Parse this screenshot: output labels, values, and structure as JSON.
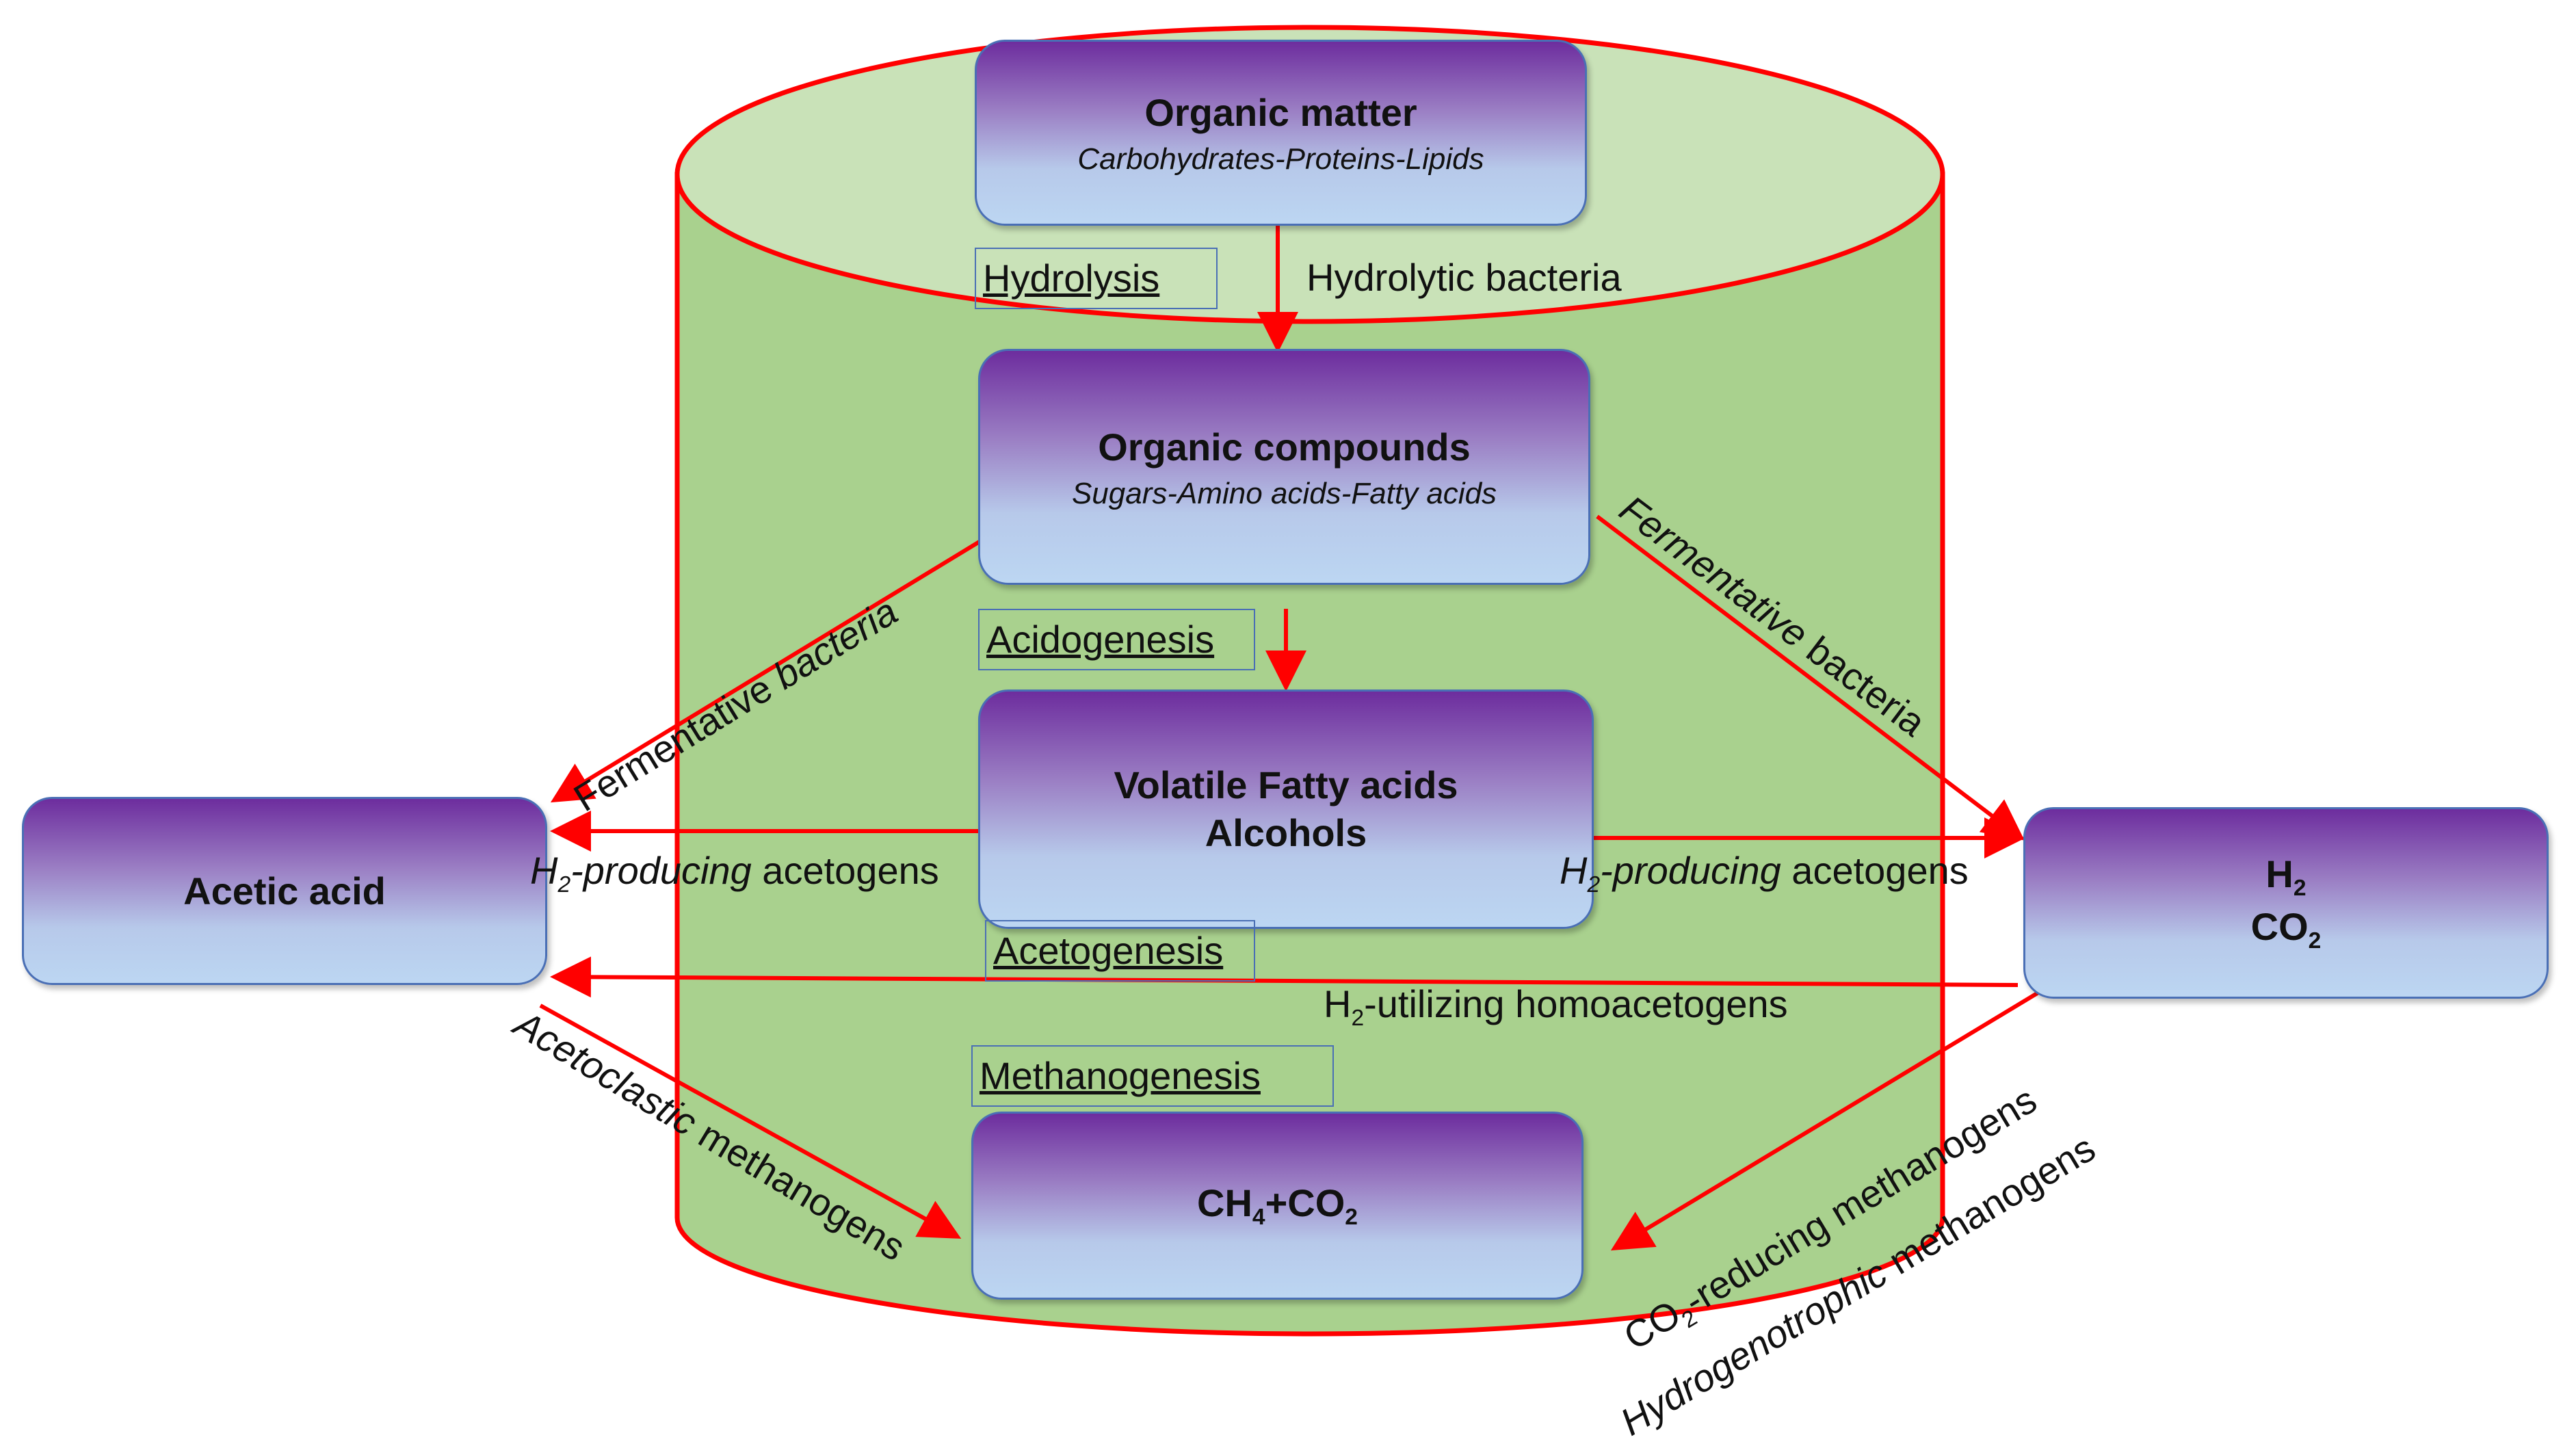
{
  "nodes": {
    "organic_matter": {
      "title": "Organic matter",
      "subtitle": "Carbohydrates-Proteins-Lipids"
    },
    "organic_compounds": {
      "title": "Organic compounds",
      "subtitle": "Sugars-Amino acids-Fatty acids"
    },
    "vfa": {
      "line1": "Volatile Fatty acids",
      "line2": "Alcohols"
    },
    "acetic_acid": {
      "title": "Acetic acid"
    },
    "h2_co2": {
      "h": "H",
      "h_sub": "2",
      "co": "CO",
      "co_sub": "2"
    },
    "ch4_co2": {
      "ch": "CH",
      "ch_sub": "4",
      "plus_co": "+CO",
      "co_sub": "2"
    }
  },
  "stages": {
    "hydrolysis": "Hydrolysis",
    "acidogenesis": "Acidogenesis",
    "acetogenesis": "Acetogenesis",
    "methanogenesis": "Methanogenesis"
  },
  "labels": {
    "hydrolytic_bacteria": "Hydrolytic bacteria",
    "ferm_left_plain": "Fermentative ",
    "ferm_left_italic": "bacteria",
    "ferm_right_italic": "Fermentative",
    "ferm_right_plain": " bacteria",
    "acetogens_left": {
      "h": "H",
      "sub": "2",
      "italic": "-producing",
      "plain": " acetogens"
    },
    "acetogens_right": {
      "h": "H",
      "sub": "2",
      "italic": "-producing",
      "plain": " acetogens"
    },
    "homoacetogens": {
      "h": "H",
      "sub": "2",
      "plain": "-utilizing homoacetogens"
    },
    "acetoclastic_italic": "Acetoclastic",
    "acetoclastic_plain": " methanogens",
    "co2_reducing": {
      "co": "CO",
      "sub": "2",
      "plain": "-reducing methanogens"
    },
    "hydrogenotrophic_italic": "Hydrogenotrophic",
    "hydrogenotrophic_plain": " methanogens"
  },
  "colors": {
    "tank_fill": "#a9d18e",
    "tank_top": "#c9e2b8",
    "tank_outline": "#ff0000",
    "arrow": "#ff0000",
    "box_top": "#6d2d9e",
    "box_bottom": "#bcd6f2"
  }
}
